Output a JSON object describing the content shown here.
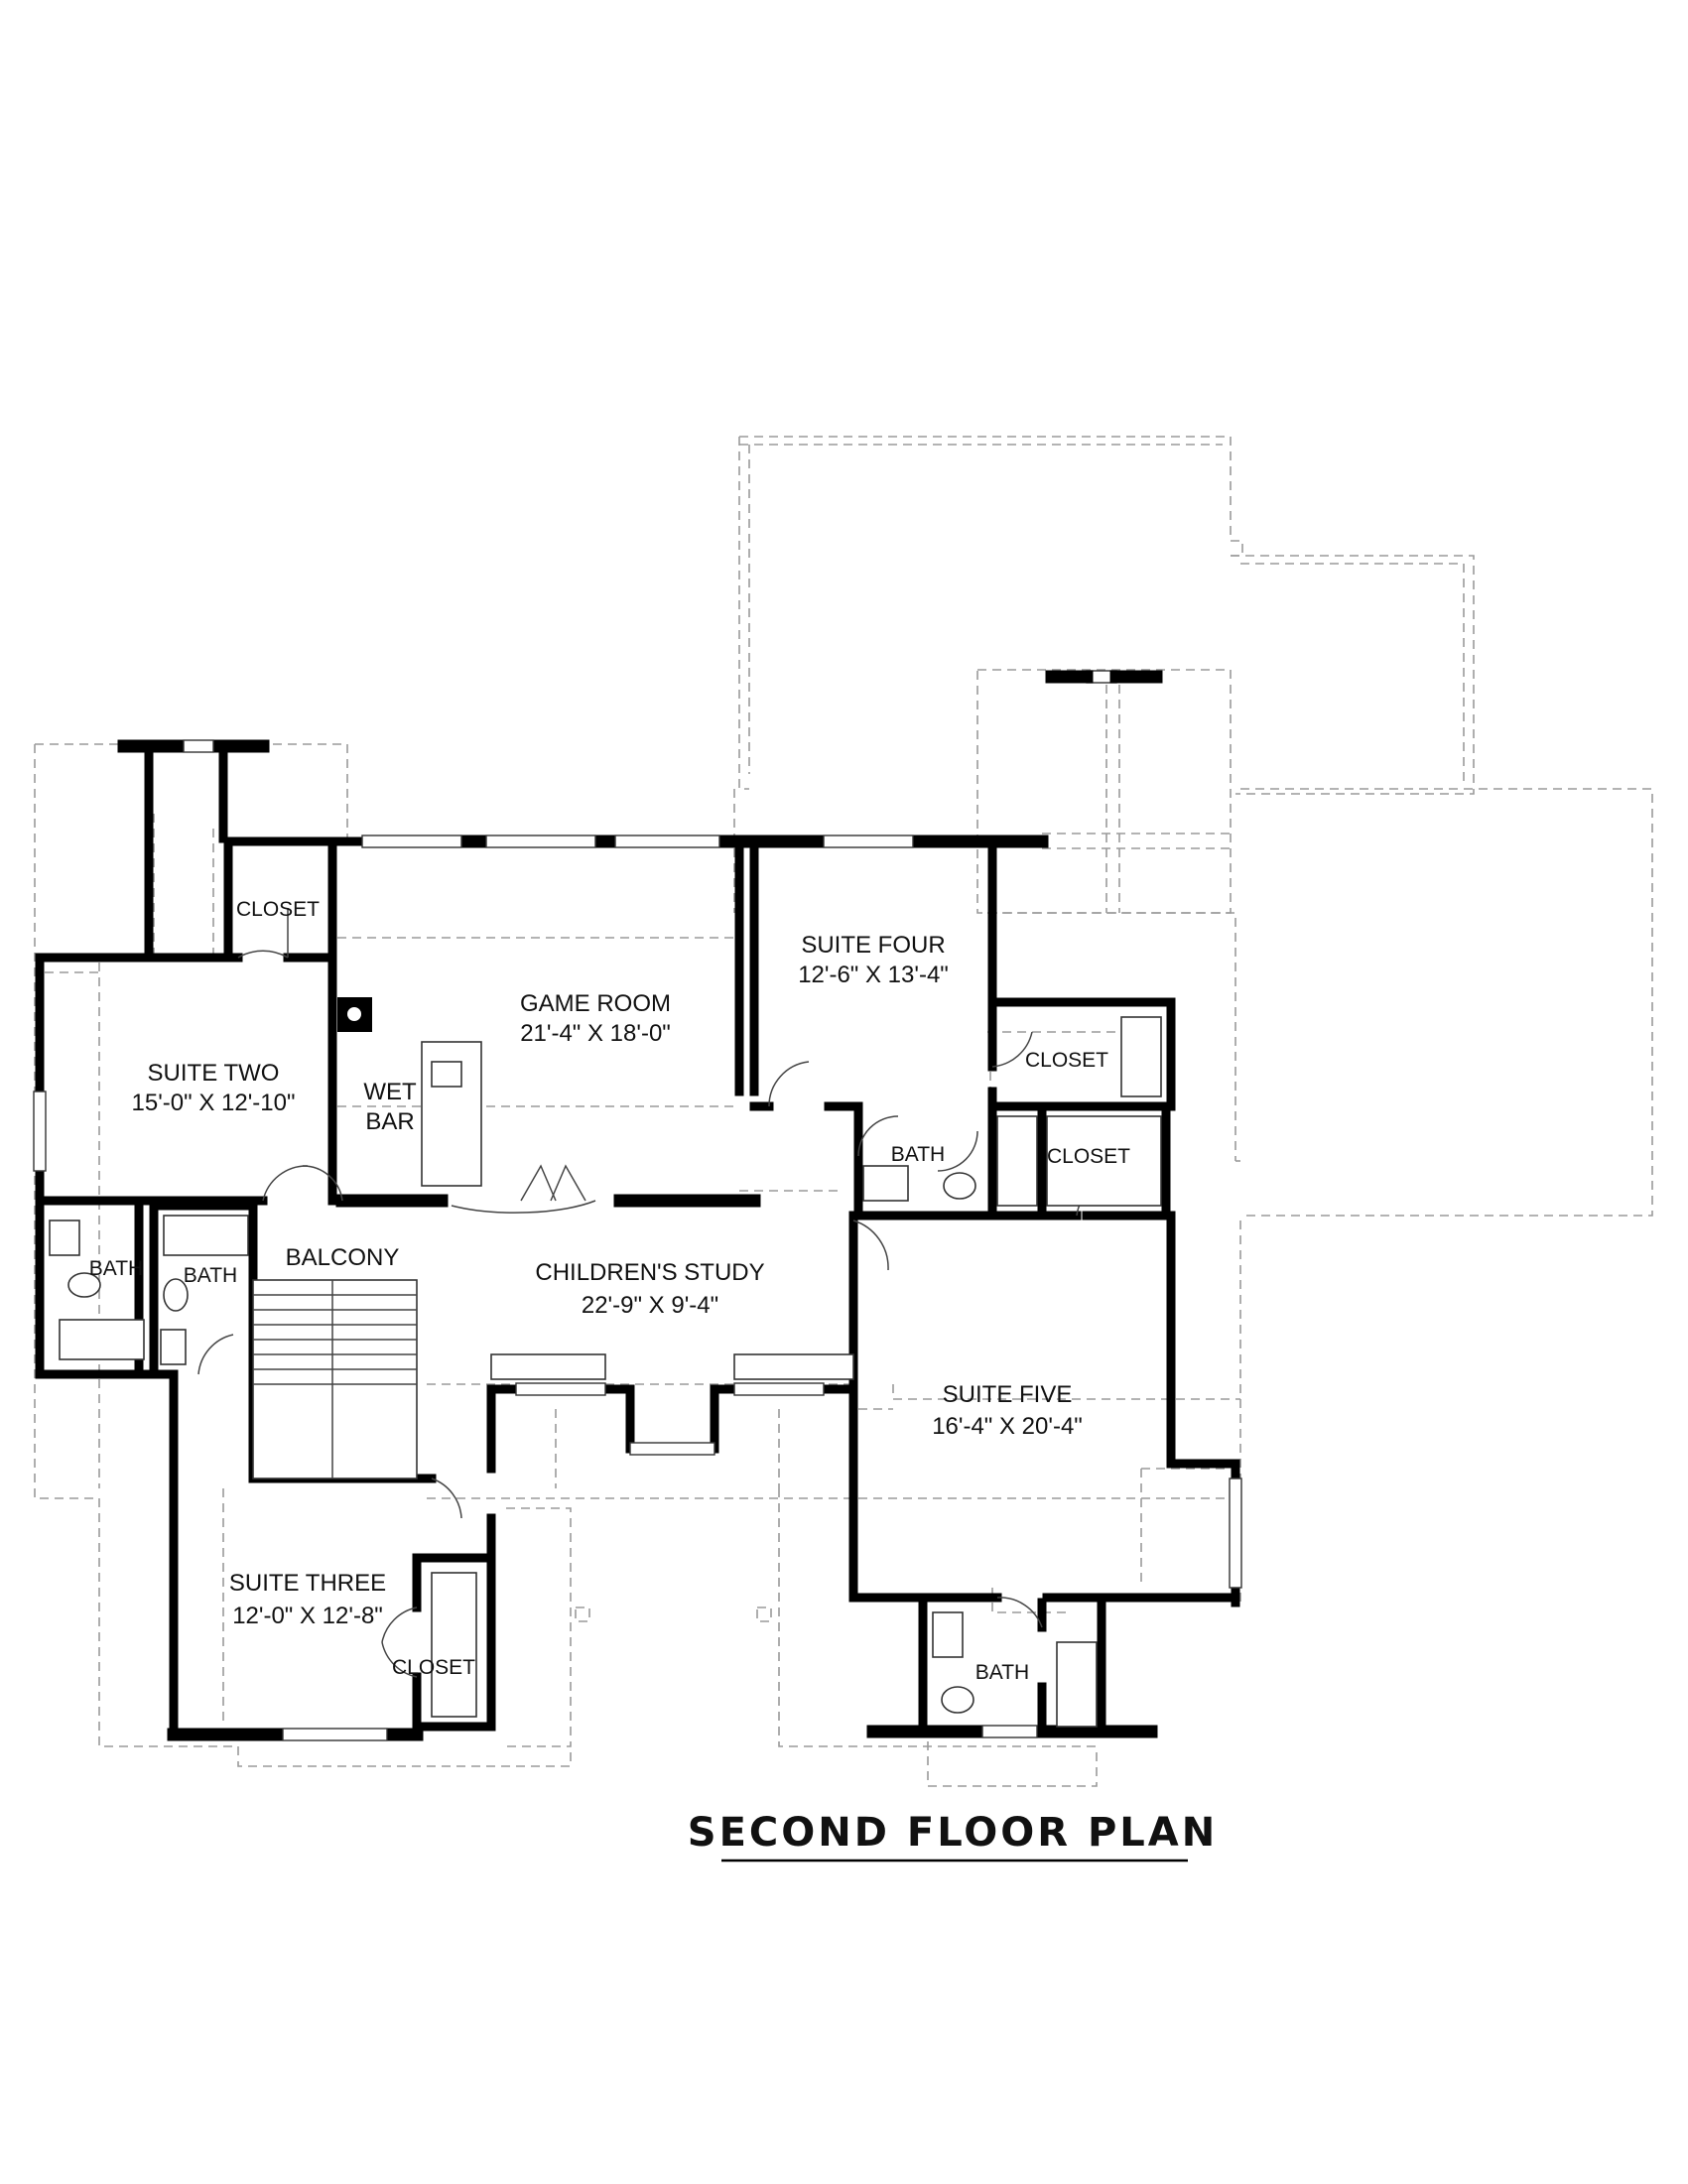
{
  "plan_title": "SECOND FLOOR PLAN",
  "rooms": {
    "closet_a": {
      "name": "CLOSET"
    },
    "game_room": {
      "name": "GAME ROOM",
      "size": "21'-4\" X 18'-0\""
    },
    "suite_four": {
      "name": "SUITE FOUR",
      "size": "12'-6\" X 13'-4\""
    },
    "closet_b": {
      "name": "CLOSET"
    },
    "suite_two": {
      "name": "SUITE TWO",
      "size": "15'-0\" X 12'-10\""
    },
    "wet_bar": {
      "line1": "WET",
      "line2": "BAR"
    },
    "bath_a": {
      "name": "BATH"
    },
    "closet_c": {
      "name": "CLOSET"
    },
    "bath_b": {
      "name": "BATH"
    },
    "bath_c": {
      "name": "BATH"
    },
    "balcony": {
      "name": "BALCONY"
    },
    "childrens_study": {
      "name": "CHILDREN'S STUDY",
      "size": "22'-9\" X 9'-4\""
    },
    "suite_five": {
      "name": "SUITE FIVE",
      "size": "16'-4\" X 20'-4\""
    },
    "suite_three": {
      "name": "SUITE THREE",
      "size": "12'-0\" X 12'-8\""
    },
    "closet_d": {
      "name": "CLOSET"
    },
    "bath_d": {
      "name": "BATH"
    }
  }
}
